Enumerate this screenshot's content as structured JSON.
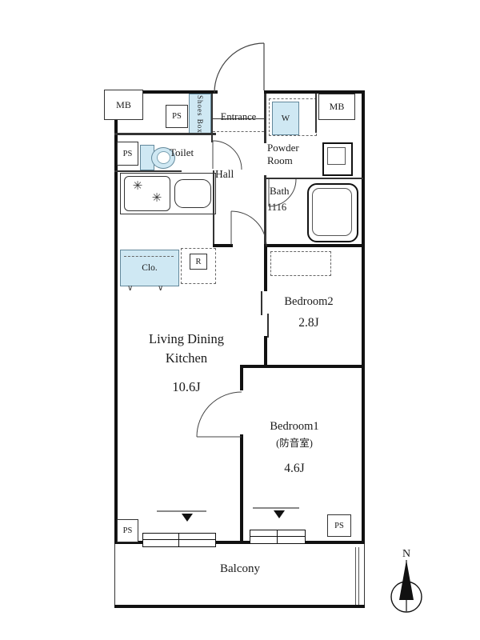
{
  "floorplan": {
    "rooms": {
      "entrance": {
        "name": "Entrance"
      },
      "hall": {
        "name": "Hall"
      },
      "toilet": {
        "name": "Toilet"
      },
      "powder_room": {
        "name": "Powder Room"
      },
      "bath": {
        "name": "Bath",
        "size": "1116"
      },
      "ldk": {
        "name_line1": "Living Dining",
        "name_line2": "Kitchen",
        "size": "10.6J"
      },
      "bedroom2": {
        "name": "Bedroom2",
        "size": "2.8J"
      },
      "bedroom1": {
        "name": "Bedroom1",
        "note": "(防音室)",
        "size": "4.6J"
      },
      "balcony": {
        "name": "Balcony"
      }
    },
    "fixtures": {
      "shoes_box": "Shoes Box",
      "washer": "W",
      "closet": "Clo.",
      "refrigerator": "R"
    },
    "service_labels": {
      "mb_left": "MB",
      "mb_right": "MB",
      "ps_top": "PS",
      "ps_mid_left": "PS",
      "ps_bottom_left": "PS",
      "ps_bottom_right": "PS"
    },
    "compass": {
      "north": "N"
    },
    "icons": {
      "burner": "✳",
      "hook": "∨"
    }
  },
  "colors": {
    "fixture_fill": "#cfe8f3",
    "wall": "#111111",
    "line": "#333333",
    "background": "#ffffff"
  }
}
